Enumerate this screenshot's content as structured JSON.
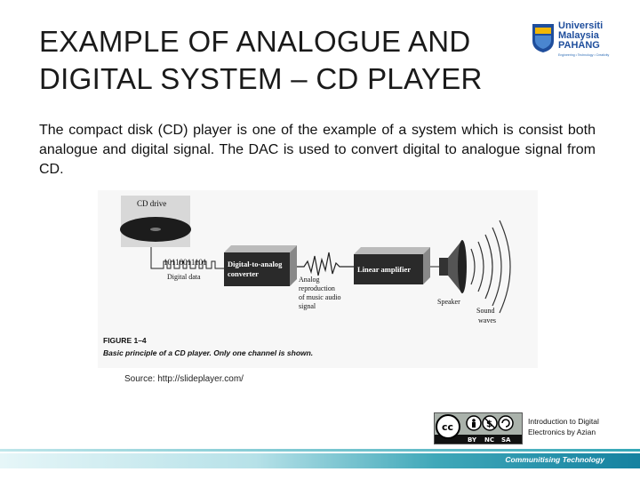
{
  "title": {
    "line1": "EXAMPLE OF ANALOGUE AND",
    "line2": "DIGITAL SYSTEM – CD PLAYER"
  },
  "logo": {
    "line1": "Universiti",
    "line2": "Malaysia",
    "line3": "PAHANG",
    "tagline": "Engineering • Technology • Creativity",
    "colors": {
      "primary": "#1f4e9c",
      "accent": "#f2b705"
    }
  },
  "body": {
    "paragraph": "The compact disk (CD) player is one of the example of a system which is consist both analogue and digital signal. The DAC is used to convert digital to analogue signal from CD."
  },
  "figure": {
    "cd_drive": "CD drive",
    "bits": "10110011101",
    "digital_data": "Digital data",
    "dac_line1": "Digital-to-analog",
    "dac_line2": "converter",
    "analog_1": "Analog",
    "analog_2": "reproduction",
    "analog_3": "of music audio",
    "analog_4": "signal",
    "amp": "Linear amplifier",
    "speaker": "Speaker",
    "sound_1": "Sound",
    "sound_2": "waves",
    "caption_title": "FIGURE 1–4",
    "caption_text": "Basic principle of a CD player. Only one channel is shown."
  },
  "source": "Source: http://slideplayer.com/",
  "license": {
    "cc": "cc",
    "by": "BY",
    "nc": "NC",
    "sa": "SA"
  },
  "credit": {
    "line1": "Introduction to Digital",
    "line2": "Electronics by Azian"
  },
  "footer": {
    "text": "Communitising Technology"
  }
}
